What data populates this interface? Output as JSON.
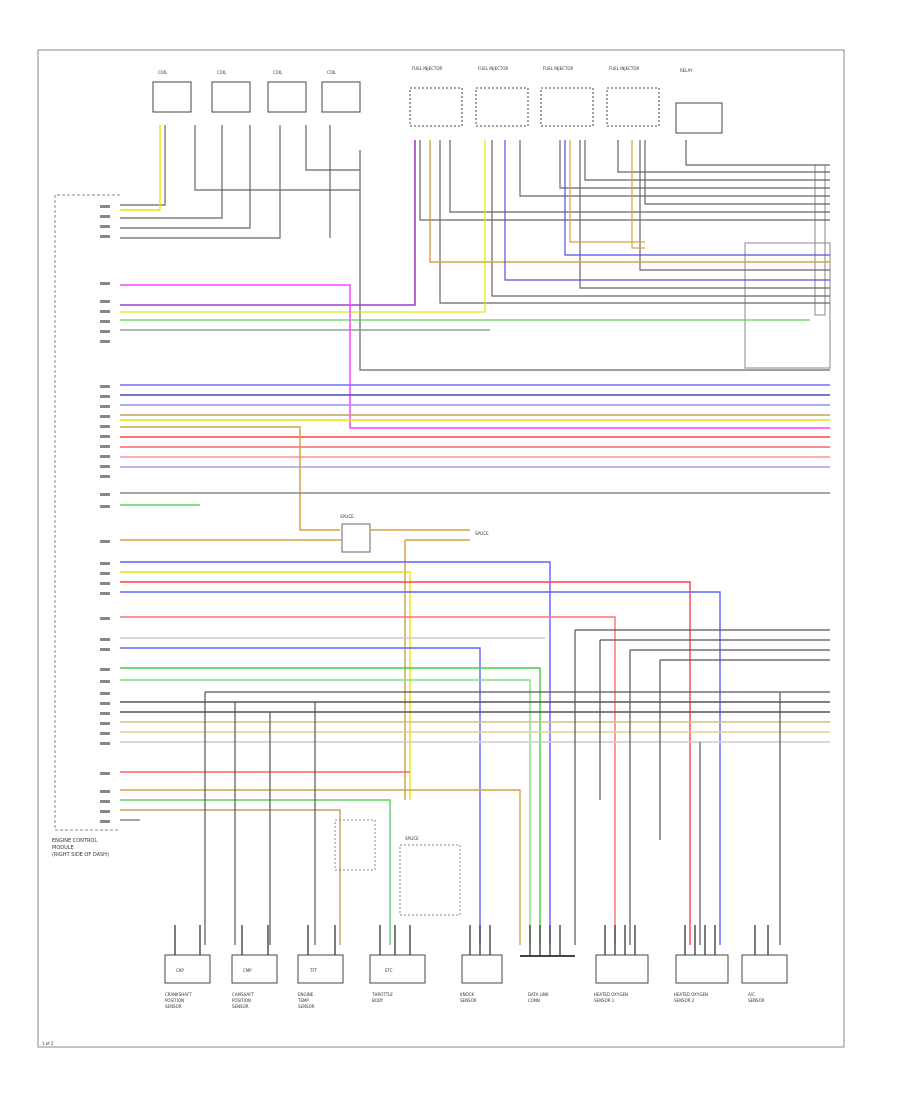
{
  "ecm": {
    "label_lines": [
      "ENGINE CONTROL",
      "MODULE",
      "(RIGHT SIDE OF DASH)"
    ]
  },
  "top_sensors": [
    {
      "name": "COIL"
    },
    {
      "name": "COIL"
    },
    {
      "name": "COIL"
    },
    {
      "name": "COIL"
    }
  ],
  "top_injectors": [
    {
      "name": "FUEL INJECTOR"
    },
    {
      "name": "FUEL INJECTOR"
    },
    {
      "name": "FUEL INJECTOR"
    },
    {
      "name": "FUEL INJECTOR"
    }
  ],
  "top_right_component": {
    "name": "RELAY"
  },
  "bottom_components": [
    {
      "box_label": "CKP",
      "caption": [
        "CRANKSHAFT",
        "POSITION",
        "SENSOR"
      ]
    },
    {
      "box_label": "CMP",
      "caption": [
        "CAMSHAFT",
        "POSITION",
        "SENSOR"
      ]
    },
    {
      "box_label": "TFT",
      "caption": [
        "ENGINE",
        "TEMP",
        "SENSOR"
      ]
    },
    {
      "box_label": "ETC",
      "caption": [
        "THROTTLE",
        "BODY"
      ]
    },
    {
      "box_label": "",
      "caption": [
        "KNOCK",
        "SENSOR"
      ]
    },
    {
      "box_label": "",
      "caption": [
        "DATA LINK",
        "CONN"
      ]
    },
    {
      "box_label": "",
      "caption": [
        "HEATED OXYGEN",
        "SENSOR 1"
      ]
    },
    {
      "box_label": "",
      "caption": [
        "HEATED OXYGEN",
        "SENSOR 2"
      ]
    },
    {
      "box_label": "",
      "caption": [
        "A/C",
        "SENSOR"
      ]
    }
  ],
  "splices": [
    "SPLICE",
    "SPLICE",
    "SPLICE"
  ],
  "footer": {
    "page_ref": "1 of 2"
  }
}
